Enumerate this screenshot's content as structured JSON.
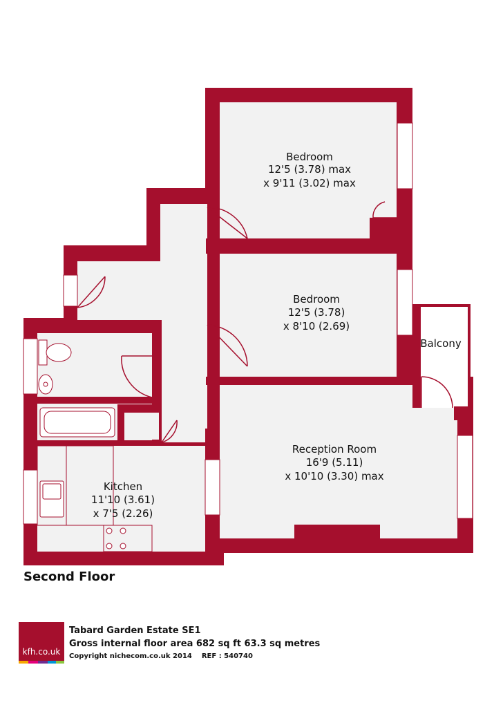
{
  "colors": {
    "wall": "#a50f2d",
    "floor": "#f2f2f2",
    "window": "#ffffff",
    "fixture_stroke": "#a50f2d"
  },
  "rooms": {
    "bedroom1": {
      "name": "Bedroom",
      "dim1": "12'5 (3.78) max",
      "dim2": "x 9'11 (3.02) max"
    },
    "bedroom2": {
      "name": "Bedroom",
      "dim1": "12'5 (3.78)",
      "dim2": "x 8'10 (2.69)"
    },
    "balcony": {
      "name": "Balcony"
    },
    "reception": {
      "name": "Reception Room",
      "dim1": "16'9 (5.11)",
      "dim2": "x 10'10 (3.30) max"
    },
    "kitchen": {
      "name": "Kitchen",
      "dim1": "11'10 (3.61)",
      "dim2": "x 7'5 (2.26)"
    }
  },
  "floor_label": "Second Floor",
  "footer": {
    "logo_text": "kfh.co.uk",
    "address": "Tabard Garden Estate  SE1",
    "area": "Gross internal floor area 682 sq ft 63.3 sq metres",
    "copyright": "Copyright nichecom.co.uk 2014",
    "ref": "REF : 540740"
  }
}
